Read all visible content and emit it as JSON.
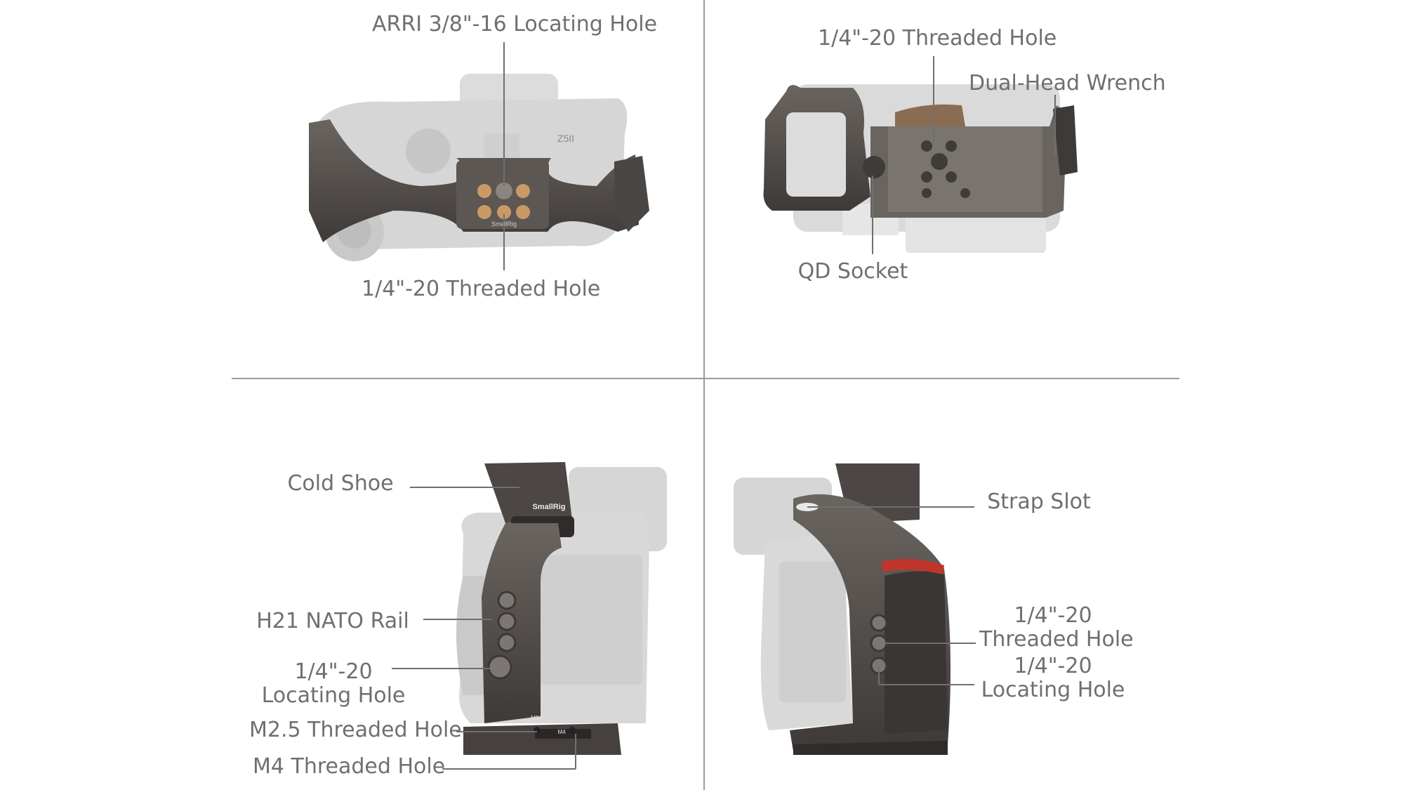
{
  "panels": {
    "top_view": {
      "labels": {
        "arri_hole": "ARRI 3/8\"-16 Locating Hole",
        "threaded_hole": "1/4\"-20 Threaded Hole"
      },
      "product_marks": {
        "brand": "SmallRig",
        "model": "Z5II"
      }
    },
    "bottom_view": {
      "labels": {
        "threaded_hole": "1/4\"-20 Threaded Hole",
        "wrench": "Dual-Head Wrench",
        "qd_socket": "QD Socket"
      }
    },
    "left_side_view": {
      "labels": {
        "cold_shoe": "Cold Shoe",
        "nato_rail": "H21 NATO Rail",
        "locating_hole": [
          "1/4\"-20",
          "Locating Hole"
        ],
        "m25_hole": "M2.5 Threaded Hole",
        "m4_hole": "M4 Threaded Hole"
      },
      "product_marks": {
        "brand": "SmallRig",
        "m25": "M2.5",
        "m4": "M4"
      }
    },
    "right_side_view": {
      "labels": {
        "strap_slot": "Strap Slot",
        "threaded_hole": [
          "1/4\"-20",
          "Threaded Hole"
        ],
        "locating_hole": [
          "1/4\"-20",
          "Locating Hole"
        ]
      }
    }
  },
  "colors": {
    "label_text": "#6f6f6f",
    "leader_line": "#6f6f6f",
    "divider": "#9a9a9a",
    "camera_body": "#d9d9d9",
    "cage_metal": "#55504d",
    "accent_red": "#c0352b"
  }
}
